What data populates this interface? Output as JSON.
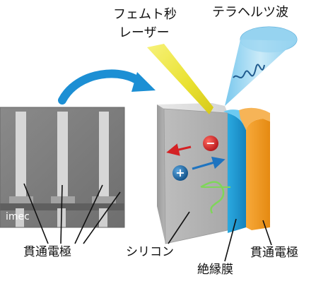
{
  "labels": {
    "femtosecond": "フェムト秒",
    "laser": "レーザー",
    "terahertz": "テラヘルツ波",
    "tsv_left": "貫通電極",
    "silicon": "シリコン",
    "insulator": "絶縁膜",
    "tsv_right": "貫通電極",
    "imec": "imec"
  },
  "carriers": {
    "electron_sign": "−",
    "hole_sign": "+"
  },
  "colors": {
    "laser_beam": "#f1ec3c",
    "terahertz_cone": "#a8d8f2",
    "insulator": "#1fa2dc",
    "electrode": "#f39a1e",
    "silicon": "#c9c9c9",
    "electron": "#cc1f22",
    "hole": "#1b6aa8",
    "arrow_curve": "#1c8fd4",
    "wave_green": "#7fd65a"
  }
}
